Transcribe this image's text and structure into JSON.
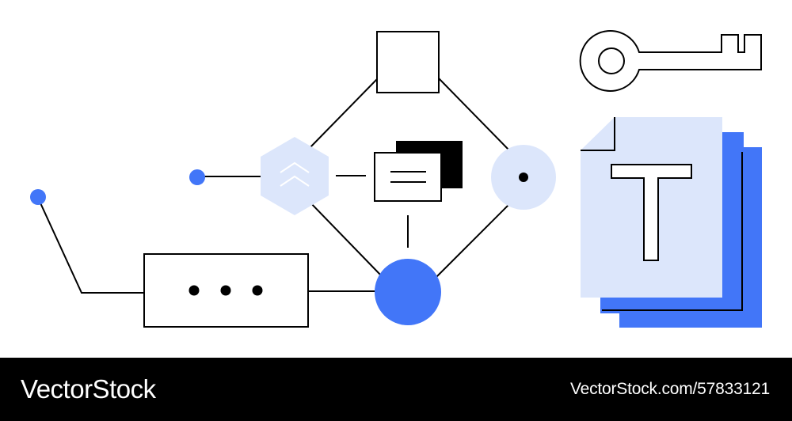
{
  "footer": {
    "brand": "VectorStock",
    "image_id_text": "VectorStock.com/57833121"
  },
  "illustration": {
    "document_letter": "T",
    "palette": {
      "accent_blue": "#4276F8",
      "light_blue": "#DCE6FB",
      "line_black": "#000000",
      "background": "#FFFFFF"
    },
    "icons": [
      "key-icon",
      "text-document-stack-icon",
      "hexagon-chevron-icon",
      "message-cards-icon",
      "dot-circle-icon",
      "ellipsis-box-icon",
      "square-node-icon",
      "blue-circle-node-icon"
    ]
  }
}
